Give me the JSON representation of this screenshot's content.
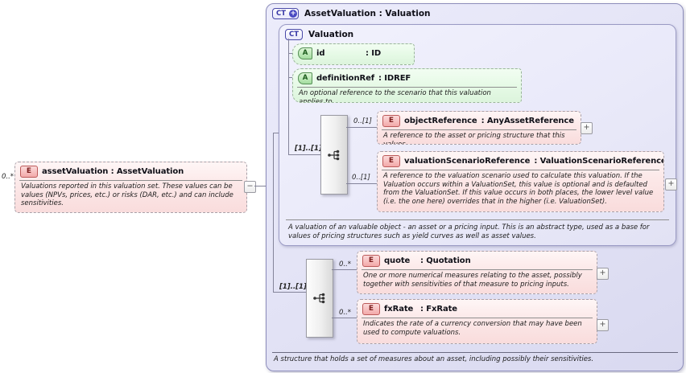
{
  "root": {
    "badge": "CT",
    "badge_plus": "+",
    "title": "AssetValuation : Valuation",
    "annotation": "A structure that holds a set of measures about an asset, including possibly their sensitivities."
  },
  "source_element": {
    "cardinality": "0..*",
    "badge": "E",
    "title": "assetValuation : AssetValuation",
    "annotation": "Valuations reported in this valuation set. These values can be values (NPVs, prices, etc.) or risks (DAR, etc.) and can include sensitivities.",
    "collapse_glyph": "−"
  },
  "base_type": {
    "badge": "CT",
    "title": "Valuation",
    "annotation": "A valuation of an valuable object - an asset or a pricing input. This is an abstract type, used as a base for values of pricing structures such as yield curves as well as asset values.",
    "attributes": [
      {
        "badge": "A",
        "name": "id",
        "type": ": ID"
      },
      {
        "badge": "A",
        "name": "definitionRef",
        "type": ": IDREF",
        "annotation": "An optional reference to the scenario that this valuation applies to."
      }
    ],
    "sequence_cardinality": "[1]..[1]",
    "elements": [
      {
        "cardinality": "0..[1]",
        "badge": "E",
        "name": "objectReference",
        "type": ": AnyAssetReference",
        "annotation": "A reference to the asset or pricing structure that this values.",
        "expand_glyph": "+"
      },
      {
        "cardinality": "0..[1]",
        "badge": "E",
        "name": "valuationScenarioReference",
        "type": ": ValuationScenarioReference",
        "annotation": "A reference to the valuation scenario used to calculate this valuation. If the Valuation occurs within a ValuationSet, this value is optional and is defaulted from the ValuationSet. If this value occurs in both places, the lower level value (i.e. the one here) overrides that in the higher (i.e. ValuationSet).",
        "expand_glyph": "+"
      }
    ]
  },
  "extension": {
    "sequence_cardinality": "[1]..[1]",
    "elements": [
      {
        "cardinality": "0..*",
        "badge": "E",
        "name": "quote",
        "type": ": Quotation",
        "annotation": "One or more numerical measures relating to the asset, possibly together with sensitivities of that measure to pricing inputs.",
        "expand_glyph": "+"
      },
      {
        "cardinality": "0..*",
        "badge": "E",
        "name": "fxRate",
        "type": ": FxRate",
        "annotation": "Indicates the rate of a currency conversion that may have been used to compute valuations.",
        "expand_glyph": "+"
      }
    ]
  },
  "colors": {
    "canvas_lavender": "#e4e4f6",
    "element_pink": "#fce8e8",
    "attribute_green": "#e6fae6",
    "accent_blue": "#4949a8",
    "badge_red": "#bc5a5a"
  }
}
